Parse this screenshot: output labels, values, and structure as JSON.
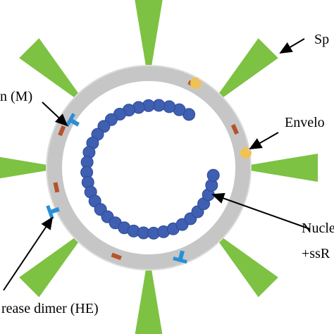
{
  "labels": {
    "spike": "Sp",
    "membrane": "n (M)",
    "envelope": "Envelo",
    "nucleocapsid_line1": "Nucle",
    "nucleocapsid_line2": "+ssR",
    "hemagglutinin_esterase": "rease dimer (HE)"
  },
  "colors": {
    "spike": "#7dc242",
    "envelope_ring": "#c6c6c6",
    "envelope_edge": "#dcdcdc",
    "nucleocapsid_bead": "#3f5fb2",
    "nucleocapsid_bead_edge": "#2d4a95",
    "he_dimer": "#2a8fd6",
    "m_protein": "#b5532a",
    "e_protein": "#f2c24f",
    "arrow": "#000000"
  },
  "icons": {
    "spike": "green-wedge",
    "m_protein": "brown-bar",
    "e_protein": "yellow-pacman",
    "he_dimer": "blue-t-shape",
    "nucleocapsid": "blue-bead-chain"
  }
}
